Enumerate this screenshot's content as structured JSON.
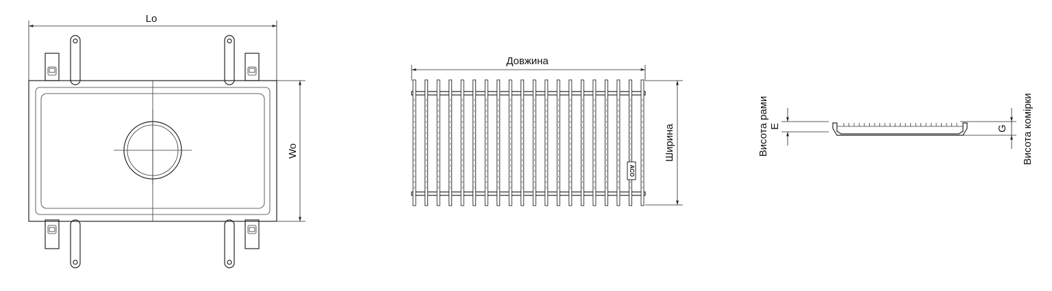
{
  "views": {
    "housing_top": {
      "length_label": "Lo",
      "width_label": "Wo"
    },
    "grating_top": {
      "length_label": "Довжина",
      "width_label": "Ширина",
      "logo_text": "ACO",
      "bar_count": 20,
      "cross_bar_count": 2
    },
    "grating_section": {
      "frame_height_label": "Висота рами",
      "frame_height_symbol": "E",
      "cell_height_label": "Висота комірки",
      "cell_height_symbol": "G"
    }
  }
}
